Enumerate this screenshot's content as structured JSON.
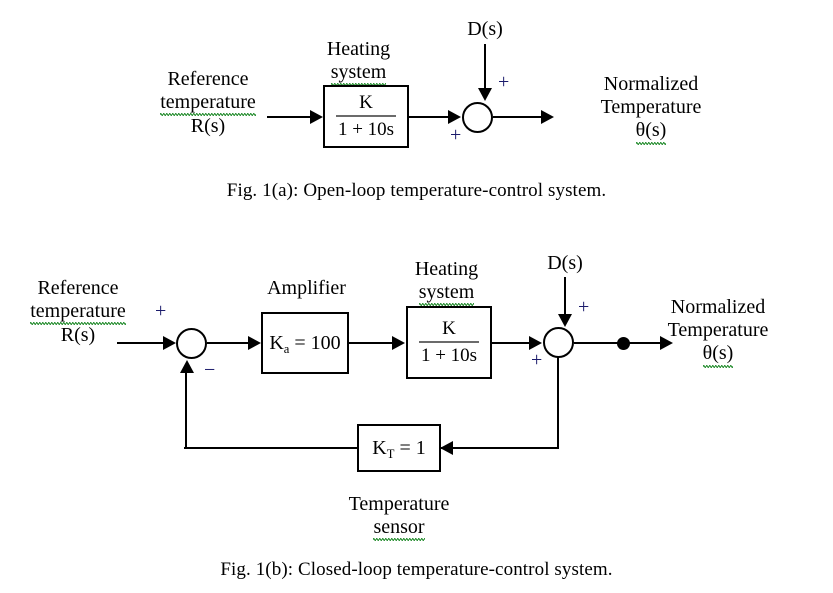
{
  "figures": [
    {
      "id": "open-loop",
      "caption": "Fig. 1(a):  Open-loop temperature-control system.",
      "input_label": {
        "line1": "Reference",
        "line2": "temperature",
        "line3": "R(s)"
      },
      "plant": {
        "title_line1": "Heating",
        "title_line2": "system",
        "numerator": "K",
        "denominator": "1 + 10s"
      },
      "disturbance_label": "D(s)",
      "sum_sign_disturbance": "+",
      "sum_sign_forward": "+",
      "output_label": {
        "line1": "Normalized",
        "line2": "Temperature",
        "line3": "θ(s)"
      }
    },
    {
      "id": "closed-loop",
      "caption": "Fig. 1(b):  Closed-loop temperature-control system.",
      "input_label": {
        "line1": "Reference",
        "line2": "temperature",
        "line3": "R(s)"
      },
      "error_sum_sign_reference": "+",
      "error_sum_sign_feedback": "−",
      "amplifier": {
        "title": "Amplifier",
        "gain_symbol": "K",
        "gain_subscript": "a",
        "gain_value": "= 100"
      },
      "plant": {
        "title_line1": "Heating",
        "title_line2": "system",
        "numerator": "K",
        "denominator": "1 + 10s"
      },
      "disturbance_label": "D(s)",
      "sum_sign_disturbance": "+",
      "sum_sign_forward": "+",
      "sensor": {
        "gain_symbol": "K",
        "gain_subscript": "T",
        "gain_value": "= 1",
        "title_line1": "Temperature",
        "title_line2": "sensor"
      },
      "output_label": {
        "line1": "Normalized",
        "line2": "Temperature",
        "line3": "θ(s)"
      }
    }
  ],
  "colors": {
    "ink": "#000000",
    "sign": "#1b1b6b",
    "spellcheck_underline": "#1f8a2a",
    "fraction_bar": "#6b6b6b",
    "page_background": "#ffffff"
  }
}
